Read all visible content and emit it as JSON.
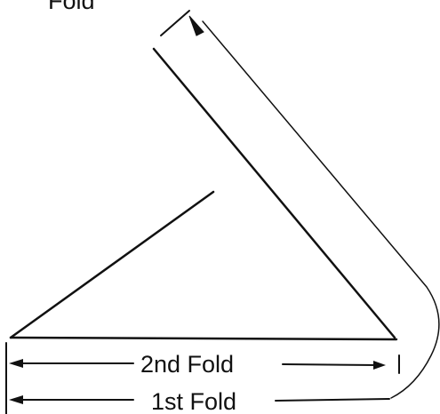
{
  "figure": {
    "top_label": "Fold",
    "labels": {
      "second_fold": "2nd Fold",
      "first_fold": "1st Fold"
    },
    "colors": {
      "ink": "#111111",
      "background": "#ffffff"
    }
  }
}
